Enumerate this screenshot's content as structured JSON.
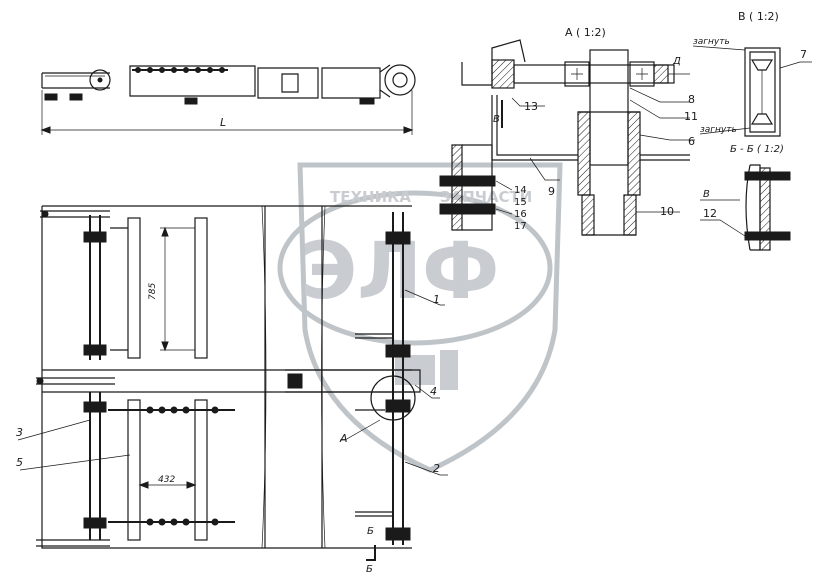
{
  "view_labels": {
    "detail_a": "А ( 1:2)",
    "detail_b": "В ( 1:2)",
    "section_bb": "Б - Б ( 1:2)",
    "view_v": "В",
    "view_v_small": "В",
    "mark_d": "Д",
    "bend_top": "загнуть",
    "bend_mid": "загнуть",
    "section_mark_1": "Б",
    "section_mark_2": "Б",
    "detail_mark_a": "А"
  },
  "dimensions": {
    "overall_length": "L",
    "spacing_upper": "785",
    "spacing_lower": "432"
  },
  "part_numbers": {
    "p1": "1",
    "p2": "2",
    "p3": "3",
    "p4": "4",
    "p5": "5",
    "p6": "6",
    "p7": "7",
    "p8": "8",
    "p9": "9",
    "p10": "10",
    "p11": "11",
    "p12": "12",
    "p13": "13",
    "p14": "14",
    "p15": "15",
    "p16": "16",
    "p17": "17"
  },
  "watermark": {
    "top_left": "ТЕХНИКА",
    "top_right": "ЗАПЧАСТИ",
    "logo": "ЭЛФ"
  },
  "colors": {
    "ink": "#1a1a1a",
    "watermark": "#bfc4c9"
  }
}
